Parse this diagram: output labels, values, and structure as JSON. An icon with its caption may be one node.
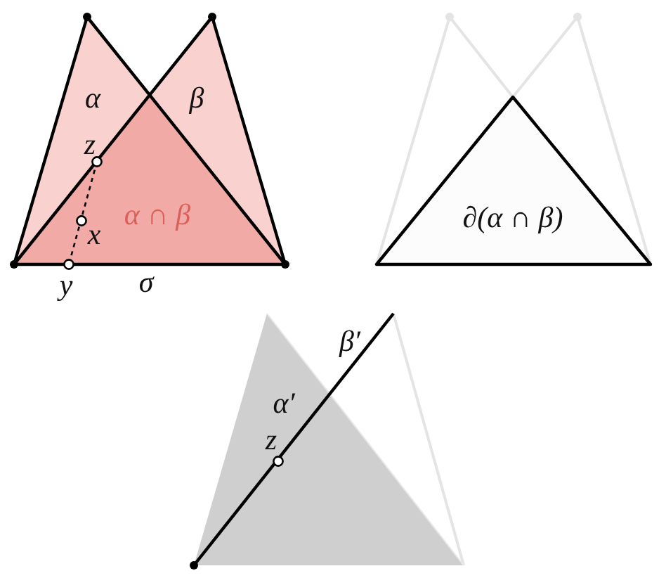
{
  "diagram": {
    "labels": [
      "α",
      "β",
      "z",
      "α ∩ β",
      "x",
      "y",
      "σ",
      "∂(α ∩ β)",
      "β′",
      "α′",
      "z"
    ]
  }
}
